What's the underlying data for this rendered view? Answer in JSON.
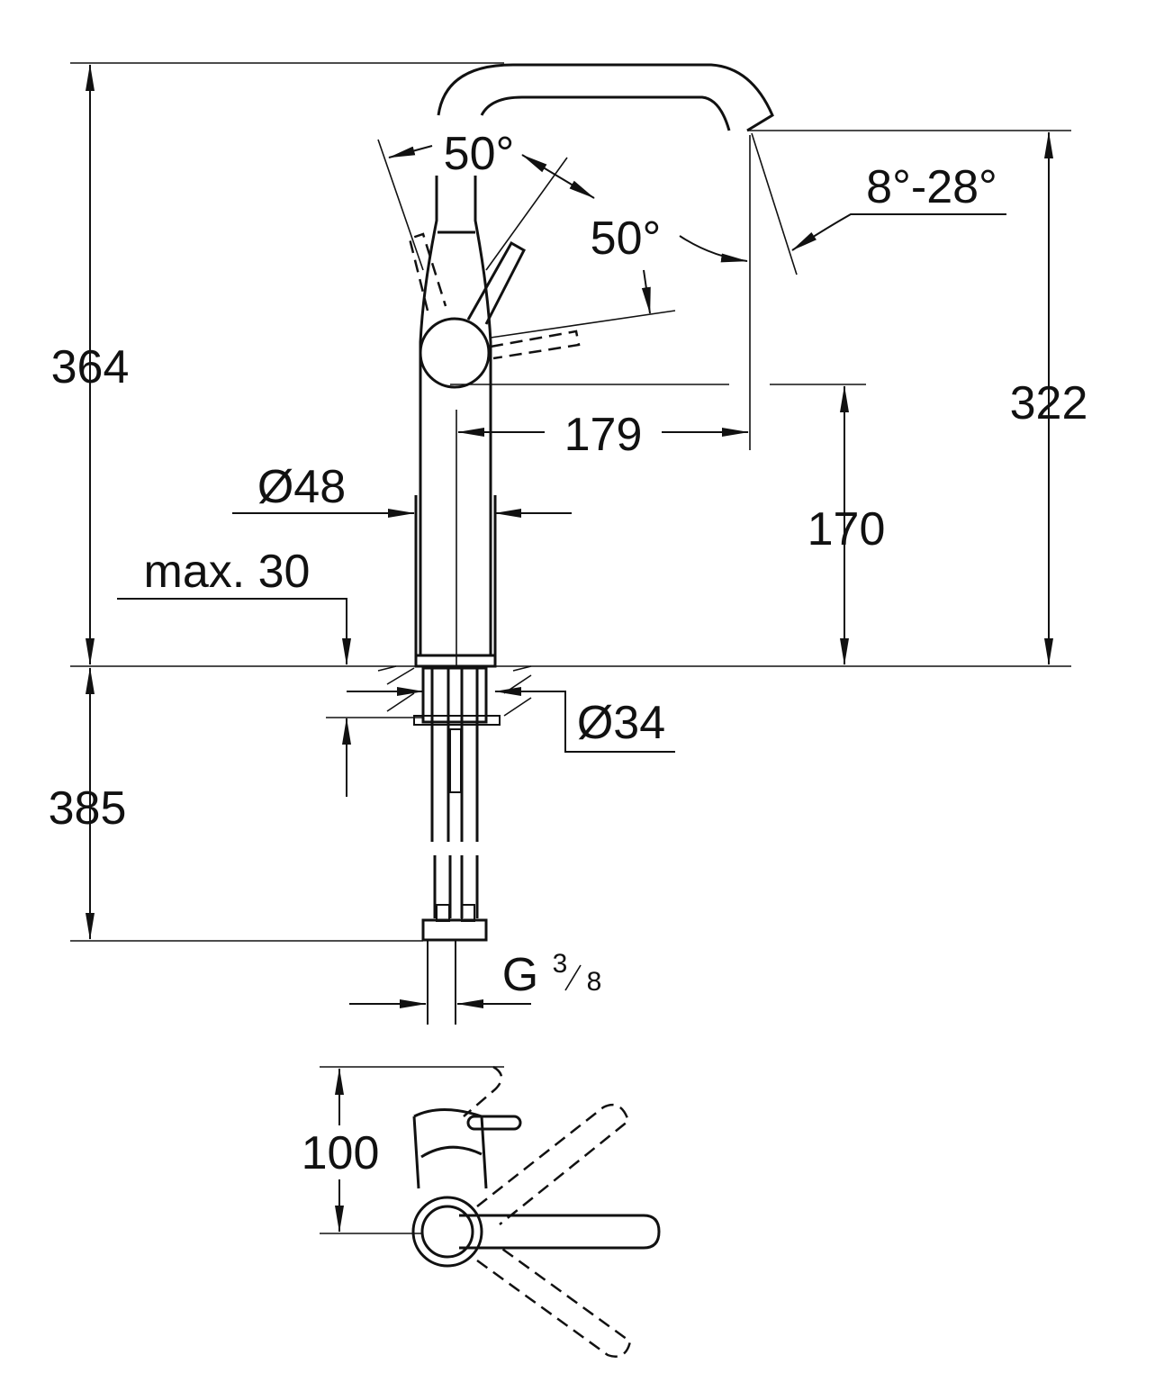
{
  "title": "Faucet dimension drawing",
  "dimensions": {
    "total_height": "364",
    "spout_height": "322",
    "lever_angle_top": "50°",
    "lever_angle_side": "50°",
    "spout_angle": "8°-28°",
    "spout_reach": "179",
    "body_diameter": "Ø48",
    "lever_height": "170",
    "max_deck_thickness": "max. 30",
    "hole_diameter": "Ø34",
    "hose_length": "385",
    "connection_thread": "G",
    "connection_thread_num": "3",
    "connection_thread_den": "8",
    "plan_depth": "100"
  }
}
